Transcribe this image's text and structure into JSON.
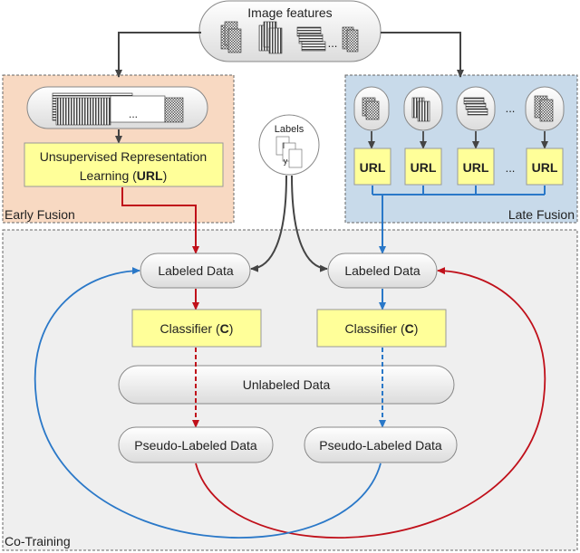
{
  "image_features": {
    "label": "Image features",
    "ellipsis": "..."
  },
  "early_fusion": {
    "title": "Early Fusion",
    "ellipsis": "...",
    "url_line1": "Unsupervised Representation",
    "url_line2_prefix": "Learning (",
    "url_line2_bold": "URL",
    "url_line2_suffix": ")"
  },
  "late_fusion": {
    "title": "Late Fusion",
    "url_labels": [
      "URL",
      "URL",
      "URL",
      "URL"
    ],
    "ellipsis": "..."
  },
  "labels_node": {
    "label": "Labels",
    "glyph_l": "l",
    "glyph_y": "y"
  },
  "co_training": {
    "title": "Co-Training",
    "labeled_left": "Labeled Data",
    "labeled_right": "Labeled Data",
    "classifier_prefix": "Classifier (",
    "classifier_bold": "C",
    "classifier_suffix": ")",
    "unlabeled": "Unlabeled Data",
    "pseudo_left": "Pseudo-Labeled Data",
    "pseudo_right": "Pseudo-Labeled Data"
  },
  "colors": {
    "early_bg": "#f8d9c2",
    "late_bg": "#c8daea",
    "co_bg": "#efefef",
    "yellow_box": "#ffff99",
    "red_arrow": "#c0101a",
    "blue_arrow": "#2a78c8",
    "dark_arrow": "#444444"
  }
}
